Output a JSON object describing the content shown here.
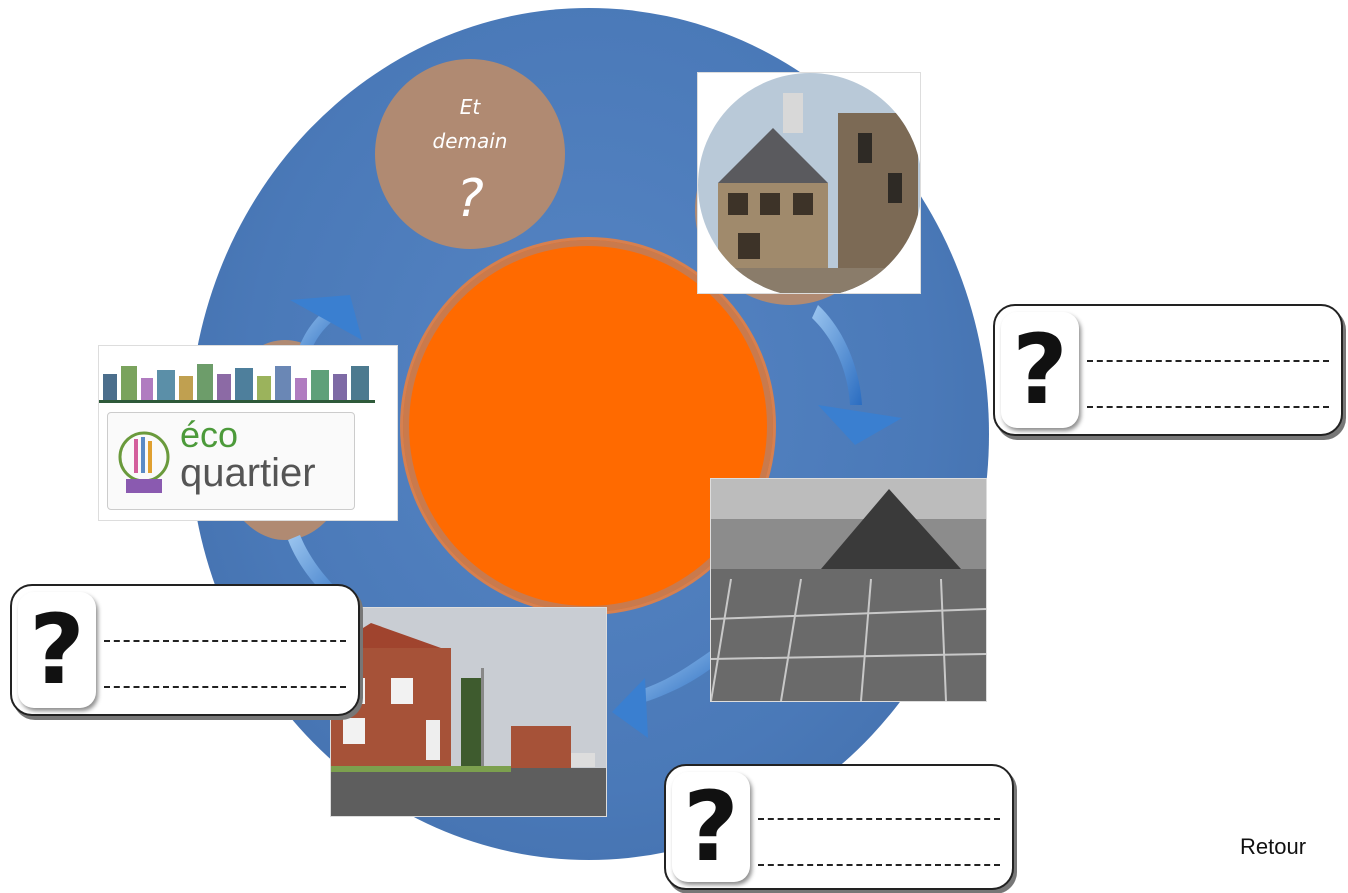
{
  "cycle": {
    "future_label_line1": "Et",
    "future_label_line2": "demain",
    "future_question": "?"
  },
  "eco_logo": {
    "line1": "éco",
    "line2": "quartier"
  },
  "question_boxes": [
    {
      "symbol": "?"
    },
    {
      "symbol": "?"
    },
    {
      "symbol": "?"
    }
  ],
  "nav": {
    "back_label": "Retour"
  },
  "colors": {
    "cycle_ring": "#4a79b8",
    "center_circle": "#ff6a00",
    "stage_circle": "#b08a72",
    "arrow": "#3a7fd0"
  },
  "icons": {
    "arrows": "curved-arrow-icon",
    "question": "question-mark-icon"
  }
}
